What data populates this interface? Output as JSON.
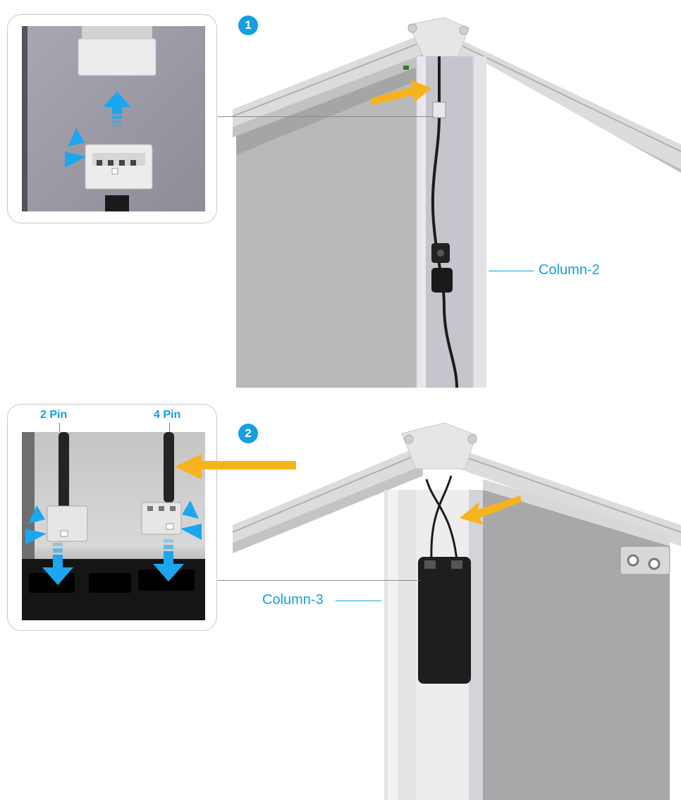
{
  "step1": {
    "badge": "1",
    "column_label": "Column-2"
  },
  "step2": {
    "badge": "2",
    "column_label": "Column-3",
    "pin_left": "2 Pin",
    "pin_right": "4 Pin"
  },
  "colors": {
    "accent_blue": "#159ee4",
    "arrow_orange": "#f7b31b",
    "frame_border": "#c9c9c9"
  },
  "icons": [
    "arrow-up-icon",
    "arrow-down-icon",
    "arrow-orange-icon",
    "press-tab-icon"
  ]
}
